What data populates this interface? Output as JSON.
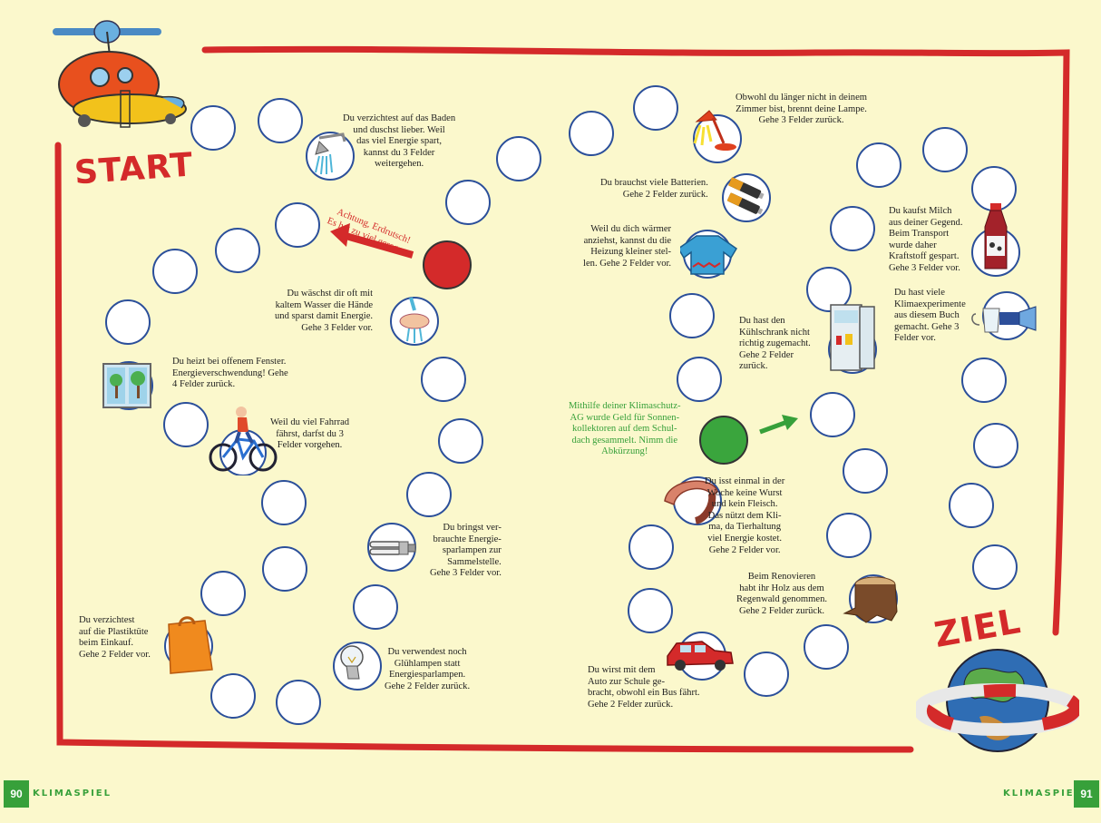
{
  "start_label": "START",
  "goal_label": "ZIEL",
  "footer": {
    "left_page": "90",
    "left_title": "KLIMASPIEL",
    "right_title": "KLIMASPIEL",
    "right_page": "91"
  },
  "colors": {
    "background": "#fbf8cc",
    "frame_red": "#d42a2a",
    "field_border": "#2b4f9a",
    "green_accent": "#37a03a",
    "special_red": "#d42a2a",
    "special_green": "#3aa53d"
  },
  "instructions": {
    "bath": "Du verzichtest auf das Baden\nund duschst lieber. Weil\ndas viel Energie spart,\nkannst du 3 Felder\nweitergehen.",
    "landslide": "Achtung, Erdrutsch!\nEs hat zu viel geregnet.",
    "cold_water": "Du wäschst dir oft mit\nkaltem Wasser die Hände\nund sparst damit Energie.\nGehe 3 Felder vor.",
    "window": "Du heizt bei offenem Fenster.\nEnergieverschwendung! Gehe\n4 Felder zurück.",
    "bike": "Weil du viel Fahrrad\nfährst, darfst du 3\nFelder vorgehen.",
    "cfl_return": "Du bringst ver-\nbrauchte Energie-\nsparlampen zur\nSammelstelle.\nGehe 3 Felder vor.",
    "plastic_bag": "Du verzichtest\nauf die Plastiktüte\nbeim Einkauf.\nGehe 2 Felder vor.",
    "bulbs": "Du verwendest noch\nGlühlampen statt\nEnergiesparlampen.\nGehe 2 Felder zurück.",
    "lamp": "Obwohl du länger nicht in deinem\nZimmer bist, brennt deine Lampe.\nGehe 3 Felder zurück.",
    "batteries": "Du brauchst viele Batterien.\nGehe 2 Felder zurück.",
    "sweater": "Weil du dich wärmer\nanziehst, kannst du die\nHeizung kleiner stel-\nlen. Gehe 2 Felder vor.",
    "fridge": "Du hast den\nKühlschrank nicht\nrichtig zugemacht.\nGehe 2 Felder\nzurück.",
    "solar": "Mithilfe deiner Klimaschutz-\nAG wurde Geld für Sonnen-\nkollektoren auf dem Schul-\ndach gesammelt. Nimm die\nAbkürzung!",
    "sausage": "Du isst einmal in der\nWoche keine Wurst\nund kein Fleisch.\nDas nützt dem Kli-\nma, da Tierhaltung\nviel Energie kostet.\nGehe 2 Felder vor.",
    "rainforest": "Beim Renovieren\nhabt ihr Holz aus dem\nRegenwald genommen.\nGehe 2 Felder zurück.",
    "car": "Du wirst mit dem\nAuto zur Schule ge-\nbracht, obwohl ein Bus fährt.\nGehe 2 Felder zurück.",
    "milk": "Du kaufst Milch\naus deiner Gegend.\nBeim Transport\nwurde daher\nKraftstoff gespart.\nGehe 3 Felder vor.",
    "experiments": "Du hast viele\nKlimaexperimente\naus diesem Buch\ngemacht. Gehe 3\nFelder vor."
  }
}
